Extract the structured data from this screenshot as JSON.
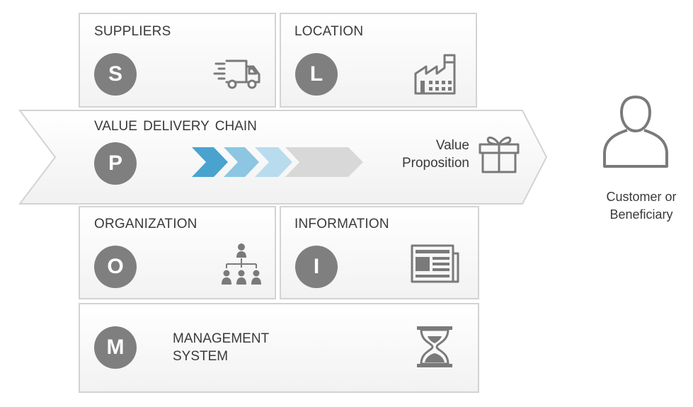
{
  "boxes": {
    "suppliers": {
      "title": "SUPPLIERS",
      "letter": "S"
    },
    "location": {
      "title": "LOCATION",
      "letter": "L"
    },
    "organization": {
      "title": "ORGANIZATION",
      "letter": "O"
    },
    "information": {
      "title": "INFORMATION",
      "letter": "I"
    },
    "management": {
      "title_line1": "MANAGEMENT",
      "title_line2": "SYSTEM",
      "letter": "M"
    }
  },
  "chain": {
    "title": "VALUE DELIVERY CHAIN",
    "letter": "P",
    "value_line1": "Value",
    "value_line2": "Proposition"
  },
  "customer": {
    "line1": "Customer or",
    "line2": "Beneficiary"
  },
  "colors": {
    "chevron_1": "#4aa3cf",
    "chevron_2": "#8cc6e2",
    "chevron_3": "#b8dcee",
    "chevron_4": "#d8d8d8",
    "circle": "#7f7f7f",
    "icon": "#7a7a7a",
    "border": "#d3d3d3"
  },
  "icons": [
    "delivery-truck-icon",
    "factory-icon",
    "gift-icon",
    "org-chart-icon",
    "newspaper-icon",
    "hourglass-icon",
    "person-icon"
  ]
}
